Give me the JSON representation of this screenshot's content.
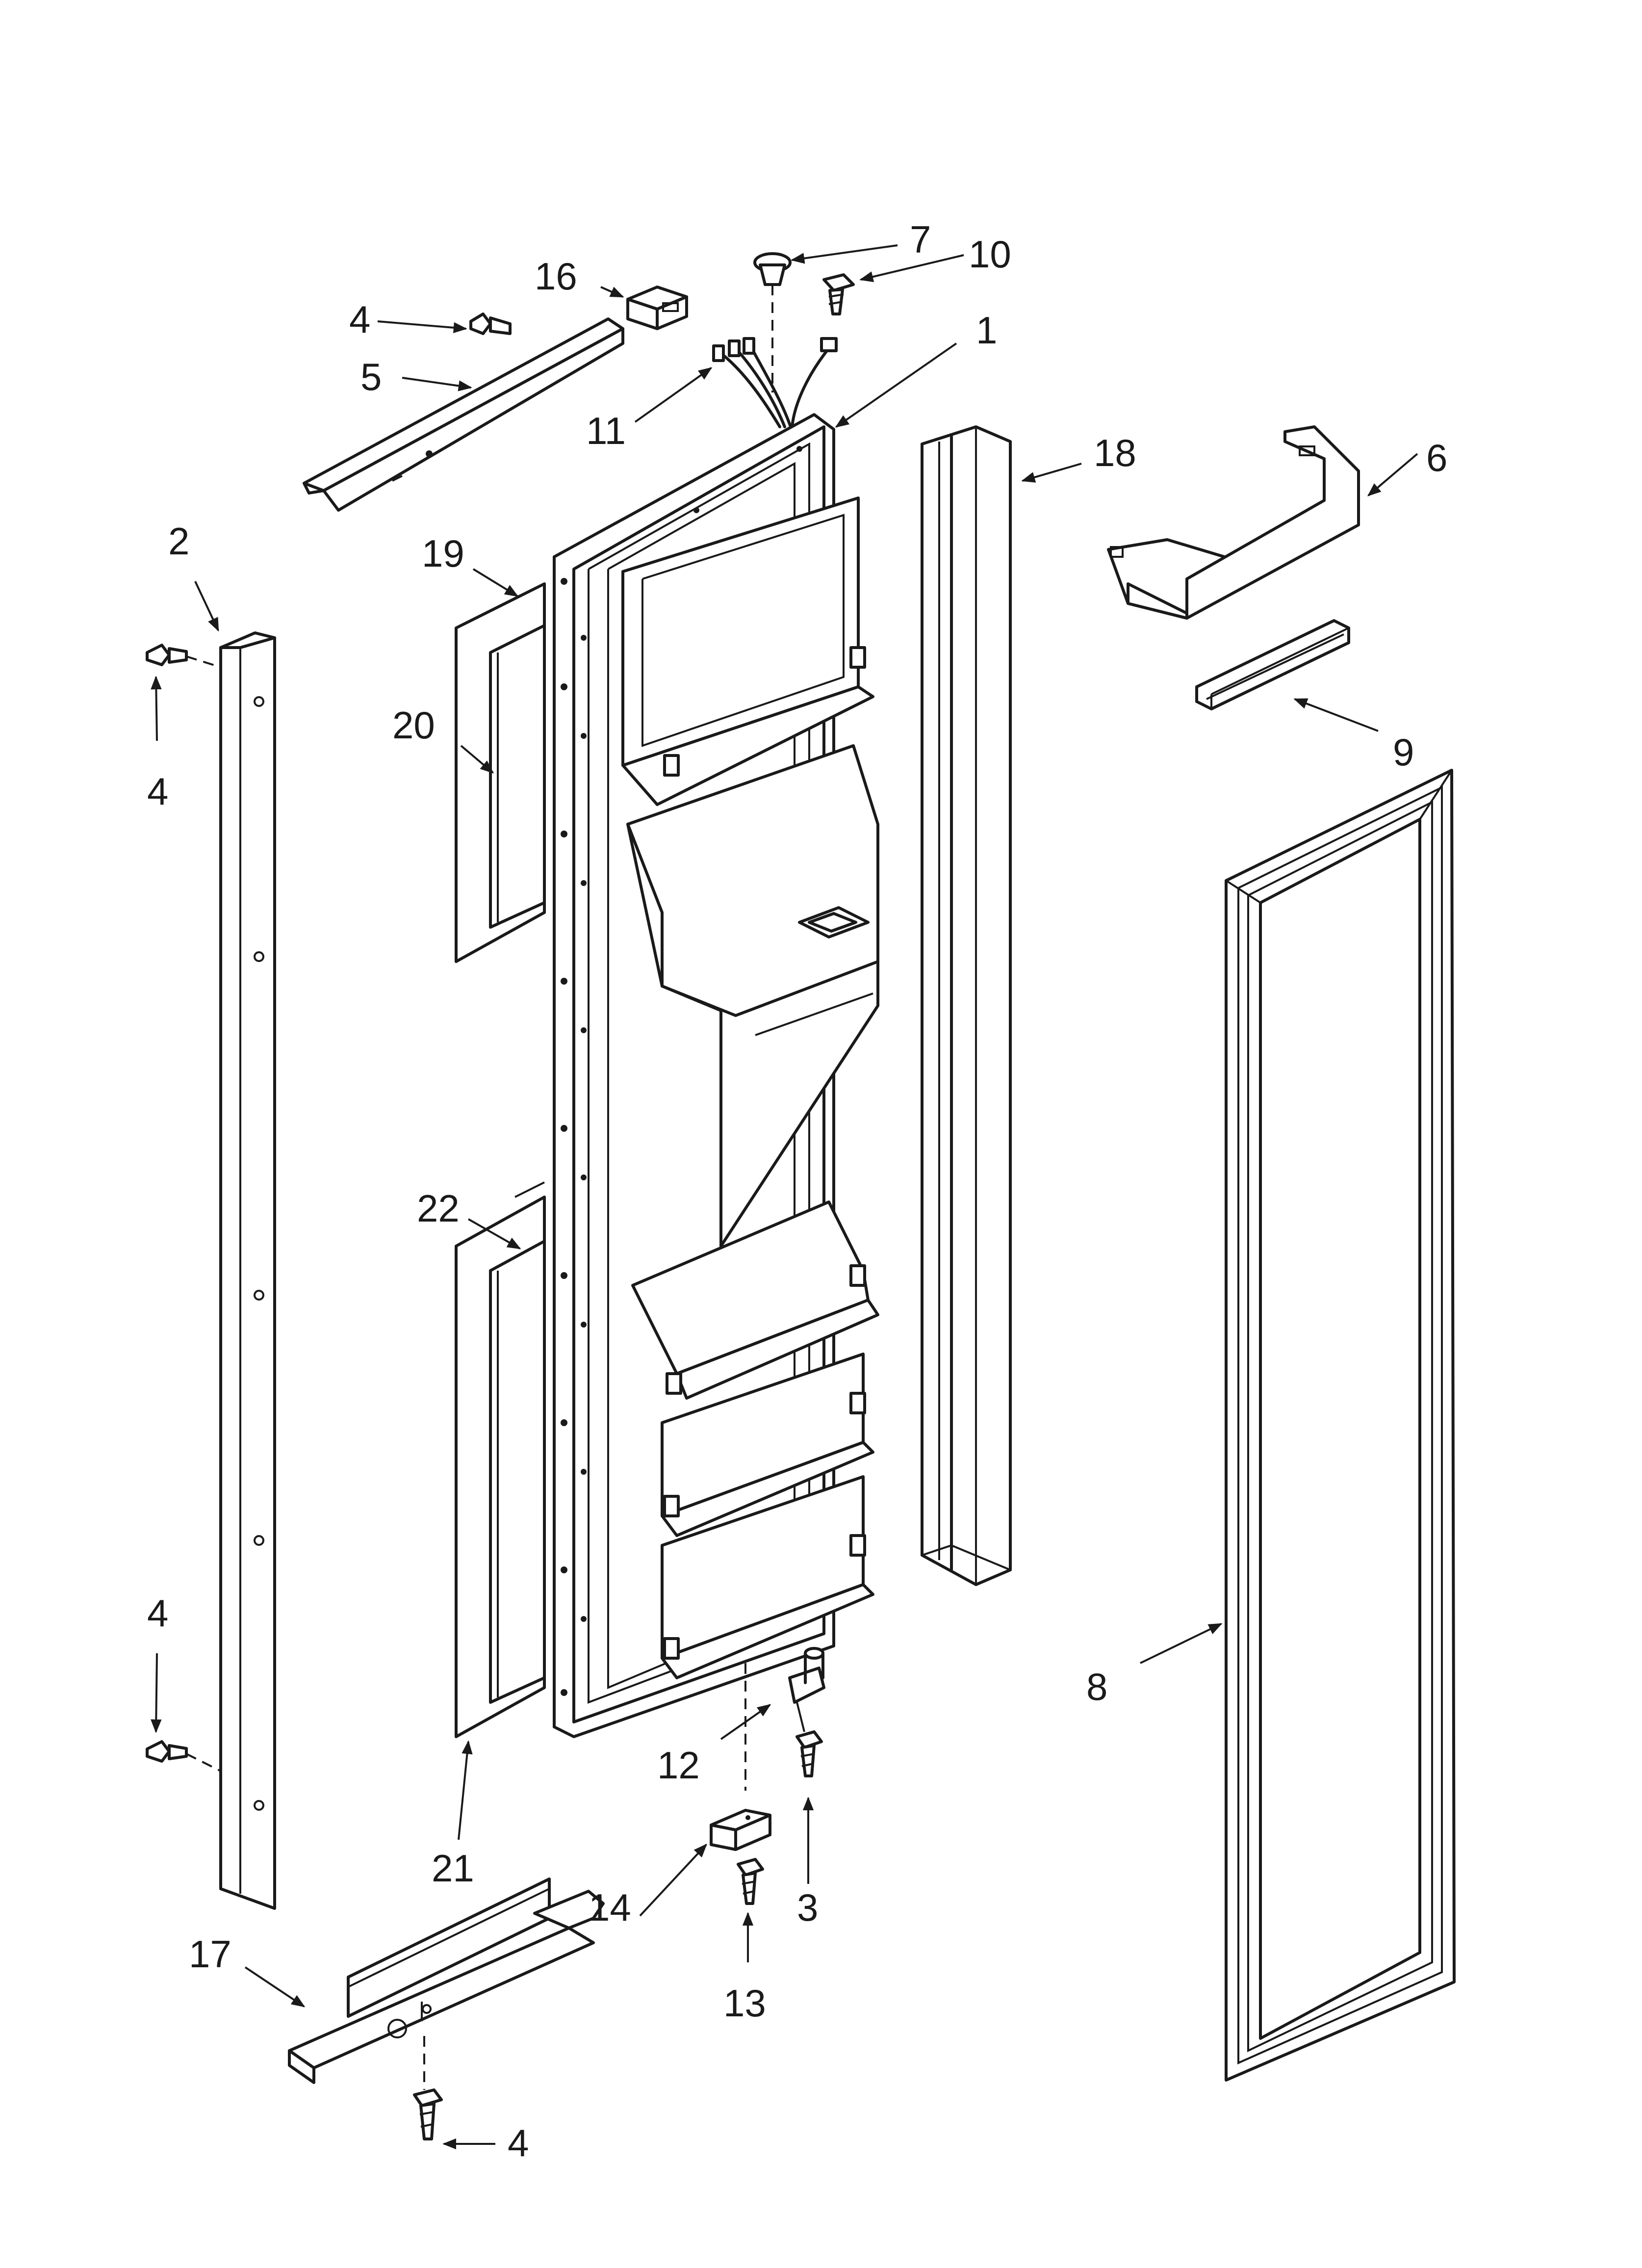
{
  "callouts": [
    {
      "id": "c1",
      "text": "1"
    },
    {
      "id": "c2",
      "text": "2"
    },
    {
      "id": "c3",
      "text": "3"
    },
    {
      "id": "c4a",
      "text": "4"
    },
    {
      "id": "c4b",
      "text": "4"
    },
    {
      "id": "c4c",
      "text": "4"
    },
    {
      "id": "c4d",
      "text": "4"
    },
    {
      "id": "c5",
      "text": "5"
    },
    {
      "id": "c6",
      "text": "6"
    },
    {
      "id": "c7",
      "text": "7"
    },
    {
      "id": "c8",
      "text": "8"
    },
    {
      "id": "c9",
      "text": "9"
    },
    {
      "id": "c10",
      "text": "10"
    },
    {
      "id": "c11",
      "text": "11"
    },
    {
      "id": "c12",
      "text": "12"
    },
    {
      "id": "c13",
      "text": "13"
    },
    {
      "id": "c14",
      "text": "14"
    },
    {
      "id": "c16",
      "text": "16"
    },
    {
      "id": "c17",
      "text": "17"
    },
    {
      "id": "c18",
      "text": "18"
    },
    {
      "id": "c19",
      "text": "19"
    },
    {
      "id": "c20",
      "text": "20"
    },
    {
      "id": "c21",
      "text": "21"
    },
    {
      "id": "c22",
      "text": "22"
    }
  ]
}
